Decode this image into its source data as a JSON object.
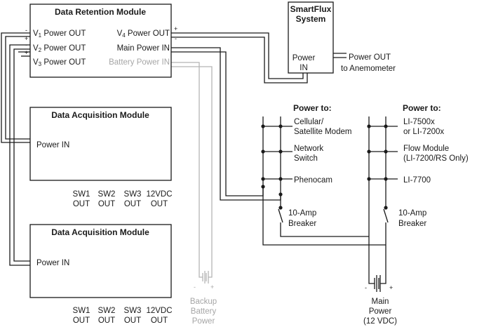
{
  "drm": {
    "title": "Data Retention Module",
    "v1_base": "V",
    "v1_sub": "1",
    "v1_rest": " Power OUT",
    "v2_base": "V",
    "v2_sub": "2",
    "v2_rest": " Power OUT",
    "v3_base": "V",
    "v3_sub": "3",
    "v3_rest": " Power OUT",
    "v4_base": "V",
    "v4_sub": "4",
    "v4_rest": " Power OUT",
    "main_power_in": "Main Power IN",
    "battery_power_in": "Battery Power IN"
  },
  "smartflux": {
    "title_line1": "SmartFlux",
    "title_line2": "System",
    "power_line1": "Power",
    "power_line2": "IN",
    "out_line1": "Power OUT",
    "out_line2": "to Anemometer"
  },
  "dam1": {
    "title": "Data Acquisition Module",
    "power_in": "Power IN",
    "outs": [
      {
        "name": "SW1",
        "out": "OUT"
      },
      {
        "name": "SW2",
        "out": "OUT"
      },
      {
        "name": "SW3",
        "out": "OUT"
      },
      {
        "name": "12VDC",
        "out": "OUT"
      }
    ]
  },
  "dam2": {
    "title": "Data Acquisition Module",
    "power_in": "Power IN",
    "outs": [
      {
        "name": "SW1",
        "out": "OUT"
      },
      {
        "name": "SW2",
        "out": "OUT"
      },
      {
        "name": "SW3",
        "out": "OUT"
      },
      {
        "name": "12VDC",
        "out": "OUT"
      }
    ]
  },
  "bus_left": {
    "header": "Power to:",
    "loads": [
      {
        "line1": "Cellular/",
        "line2": "Satellite Modem"
      },
      {
        "line1": "Network",
        "line2": "Switch"
      },
      {
        "line1": "Phenocam",
        "line2": ""
      }
    ],
    "breaker_line1": "10-Amp",
    "breaker_line2": "Breaker"
  },
  "bus_right": {
    "header": "Power to:",
    "loads": [
      {
        "line1": "LI-7500x",
        "line2": "or LI-7200x"
      },
      {
        "line1": "Flow Module",
        "line2": "(LI-7200/RS Only)"
      },
      {
        "line1": "LI-7700",
        "line2": ""
      }
    ],
    "breaker_line1": "10-Amp",
    "breaker_line2": "Breaker"
  },
  "backup_battery": {
    "line1": "Backup",
    "line2": "Battery",
    "line3": "Power"
  },
  "main_power": {
    "line1": "Main",
    "line2": "Power",
    "line3": "(12 VDC)"
  },
  "polarity": {
    "minus": "-",
    "plus": "+"
  }
}
